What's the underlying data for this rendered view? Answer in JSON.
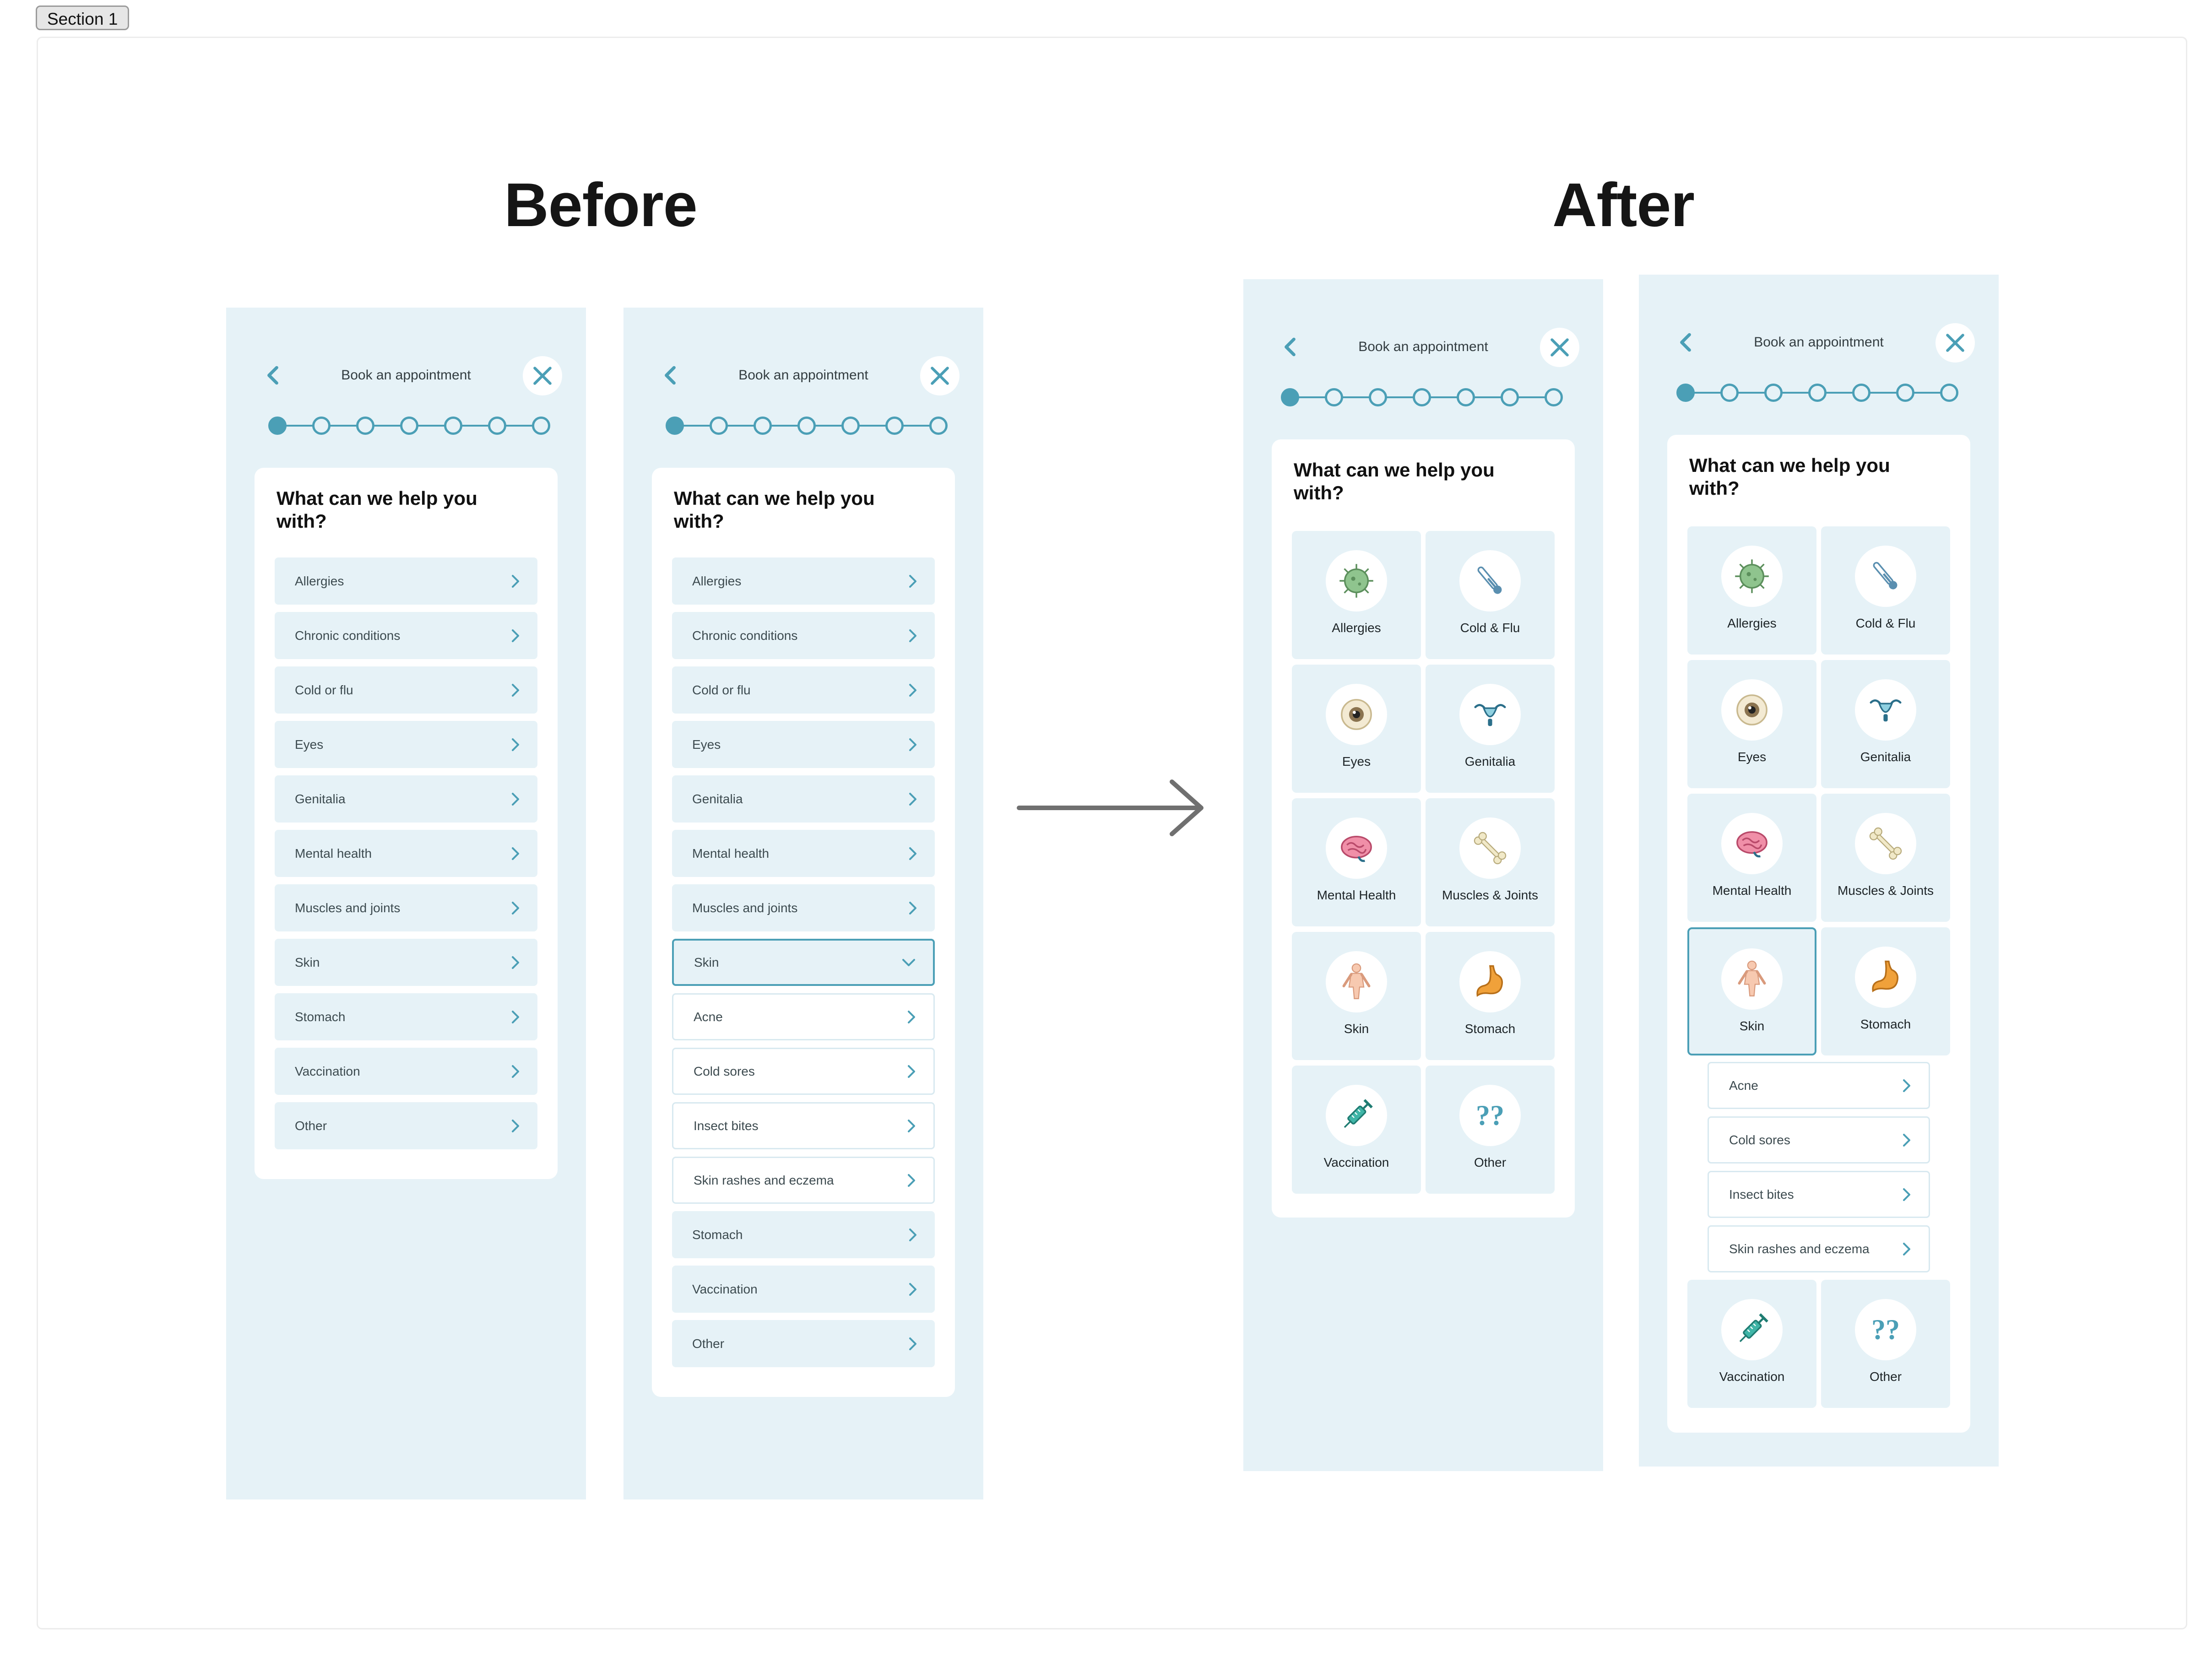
{
  "section_label": "Section 1",
  "headings": {
    "before": "Before",
    "after": "After"
  },
  "app": {
    "title": "Book an appointment",
    "question": "What can we help you with?"
  },
  "before1": {
    "rows": [
      "Allergies",
      "Chronic conditions",
      "Cold or flu",
      "Eyes",
      "Genitalia",
      "Mental health",
      "Muscles and joints",
      "Skin",
      "Stomach",
      "Vaccination",
      "Other"
    ]
  },
  "before2": {
    "rows_top": [
      "Allergies",
      "Chronic conditions",
      "Cold or flu",
      "Eyes",
      "Genitalia",
      "Mental health",
      "Muscles and joints"
    ],
    "expanded": "Skin",
    "sub_rows": [
      "Acne",
      "Cold sores",
      "Insect bites",
      "Skin rashes and eczema"
    ],
    "rows_bottom": [
      "Stomach",
      "Vaccination",
      "Other"
    ]
  },
  "after": {
    "tiles": [
      "Allergies",
      "Cold & Flu",
      "Eyes",
      "Genitalia",
      "Mental Health",
      "Muscles & Joints",
      "Skin",
      "Stomach",
      "Vaccination",
      "Other"
    ],
    "selected": "Skin",
    "sub_rows": [
      "Acne",
      "Cold sores",
      "Insect bites",
      "Skin rashes and eczema"
    ],
    "tiles_bottom": [
      "Vaccination",
      "Other"
    ]
  },
  "icons": [
    "virus-icon",
    "thermometer-icon",
    "eye-icon",
    "uterus-icon",
    "brain-icon",
    "bone-icon",
    "body-icon",
    "stomach-icon",
    "syringe-icon",
    "question-icon"
  ],
  "colors": {
    "accent": "#4b9fb6",
    "panel": "#e6f2f7",
    "card": "#ffffff"
  },
  "progress": {
    "steps": 7,
    "current": 1
  }
}
